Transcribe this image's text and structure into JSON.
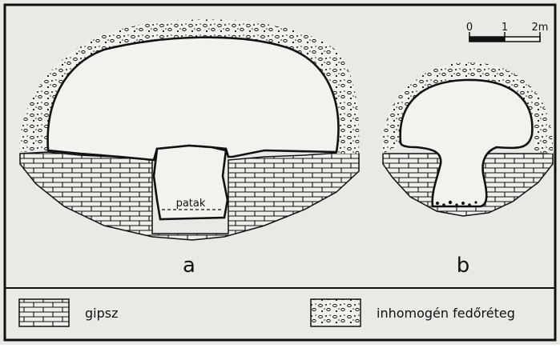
{
  "scale_bar": {
    "labels": [
      "0",
      "1",
      "2m"
    ]
  },
  "figures": {
    "a": {
      "label": "a",
      "stream_label": "patak"
    },
    "b": {
      "label": "b"
    }
  },
  "legend": {
    "gypsum": "gipsz",
    "cover": "inhomogén fedőréteg"
  },
  "colors": {
    "ink": "#111111",
    "paper": "#e9e9e6"
  }
}
